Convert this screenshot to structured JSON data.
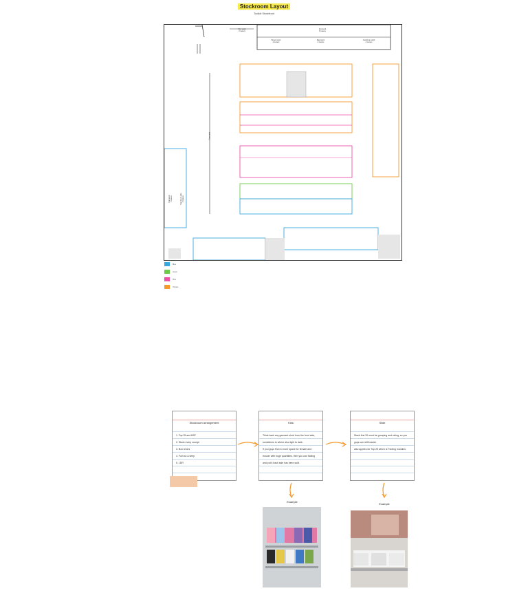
{
  "header": {
    "title": "Stockroom Layout",
    "subtitle": "Toolkit Storefront"
  },
  "legend": [
    {
      "label": "Blue",
      "color": "#3aa7e0"
    },
    {
      "label": "Green",
      "color": "#6ccc4a"
    },
    {
      "label": "Pink",
      "color": "#ee4fa7"
    },
    {
      "label": "Orange",
      "color": "#f39a2b"
    }
  ],
  "plan_labels": {
    "top_small": [
      "Sim stock",
      "3 meters"
    ],
    "top_right": [
      "Kid stock",
      "8 meters"
    ],
    "top_row": [
      [
        "Boxed stock",
        "2 meters"
      ],
      [
        "Bag stock",
        "4 meters"
      ],
      [
        "Jewellerie stock",
        "2 meters"
      ]
    ],
    "mid_aisle": "Front aisle",
    "left_wall": [
      "Bulk stock",
      "5 meters"
    ],
    "left_aisle": [
      "Bag Stock aisle",
      "5 meters"
    ]
  },
  "notes": [
    {
      "head": "Stockroom arrangement",
      "items": [
        "1. Top 25 and BSF",
        "2. Stock every counpt",
        "3. Box shoes",
        "4. Full out & keep",
        "5. LDR"
      ]
    },
    {
      "head": "Kids",
      "items": [
        "Think back any garment short from the front side,",
        "sometimes to where also light to dark.",
        "If you guys find no more space for female and",
        "trouser with huge quantities, then you can folding",
        "and put it back sale has been sold."
      ]
    },
    {
      "head": "Slide",
      "items": [
        "Stack first 20 must be grouping and sizing, so you",
        "guys can refill easier.",
        "also applies for Top 25 which is Folding modules"
      ]
    }
  ],
  "captions": [
    "Example",
    "Example"
  ],
  "colors": {
    "accent_yellow": "#f6e94a",
    "arrow_orange": "#f39a2b"
  }
}
